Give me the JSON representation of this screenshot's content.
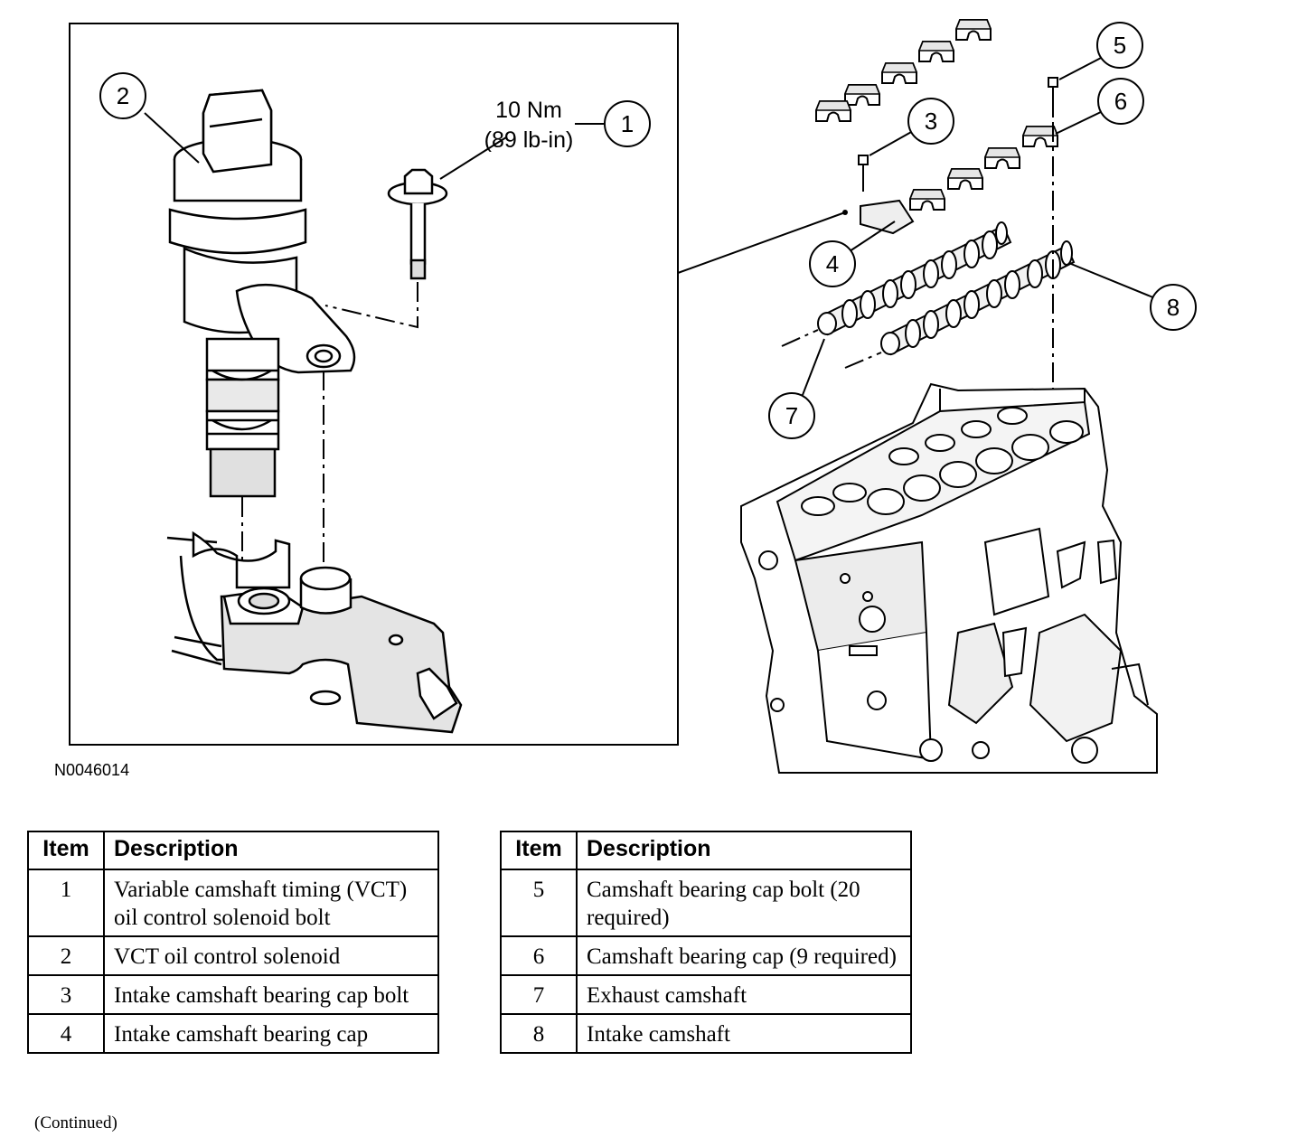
{
  "figure": {
    "id": "N0046014",
    "torque": {
      "line1": "10 Nm",
      "line2": "(89 lb-in)"
    },
    "callouts": [
      "1",
      "2",
      "3",
      "4",
      "5",
      "6",
      "7",
      "8"
    ]
  },
  "legend": {
    "headers": {
      "item": "Item",
      "description": "Description"
    },
    "left_rows": [
      {
        "item": "1",
        "description": "Variable camshaft timing (VCT) oil control solenoid bolt"
      },
      {
        "item": "2",
        "description": "VCT oil control solenoid"
      },
      {
        "item": "3",
        "description": "Intake camshaft bearing cap bolt"
      },
      {
        "item": "4",
        "description": "Intake camshaft bearing cap"
      }
    ],
    "right_rows": [
      {
        "item": "5",
        "description": "Camshaft bearing cap bolt (20 required)"
      },
      {
        "item": "6",
        "description": "Camshaft bearing cap (9 required)"
      },
      {
        "item": "7",
        "description": "Exhaust camshaft"
      },
      {
        "item": "8",
        "description": "Intake camshaft"
      }
    ],
    "continued": "(Continued)"
  }
}
